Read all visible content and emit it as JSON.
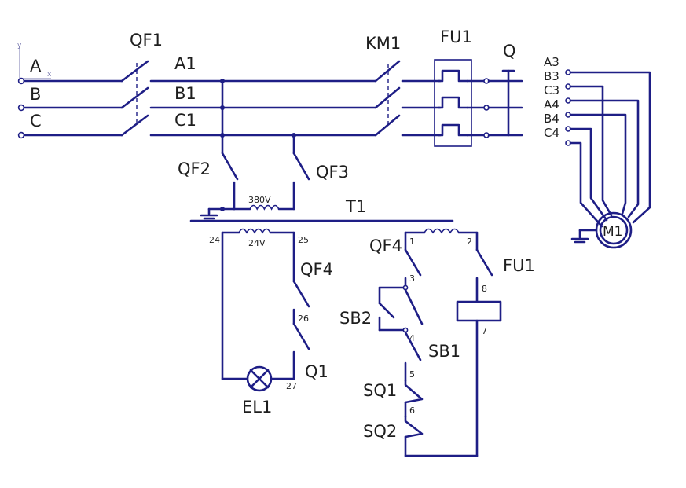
{
  "labels": {
    "phase_a": "A",
    "phase_b": "B",
    "phase_c": "C",
    "line_a1": "A1",
    "line_b1": "B1",
    "line_c1": "C1",
    "qf1": "QF1",
    "km1": "KM1",
    "fu1": "FU1",
    "q": "Q",
    "out_a3": "A3",
    "out_b3": "B3",
    "out_c3": "C3",
    "out_a4": "A4",
    "out_b4": "B4",
    "out_c4": "C4",
    "motor": "M1",
    "qf2": "QF2",
    "qf3": "QF3",
    "primary_voltage": "380V",
    "transformer": "T1",
    "secondary_voltage": "24V",
    "qf4_left": "QF4",
    "q1": "Q1",
    "el1": "EL1",
    "qf4_right": "QF4",
    "fu1_control": "FU1",
    "sb2": "SB2",
    "sb1": "SB1",
    "sq1": "SQ1",
    "sq2": "SQ2"
  },
  "nodes": {
    "n24": "24",
    "n25": "25",
    "n26": "26",
    "n27": "27",
    "n1": "1",
    "n2": "2",
    "n3": "3",
    "n4": "4",
    "n5": "5",
    "n6": "6",
    "n7": "7",
    "n8": "8"
  },
  "axis": {
    "x": "x",
    "y": "y"
  }
}
